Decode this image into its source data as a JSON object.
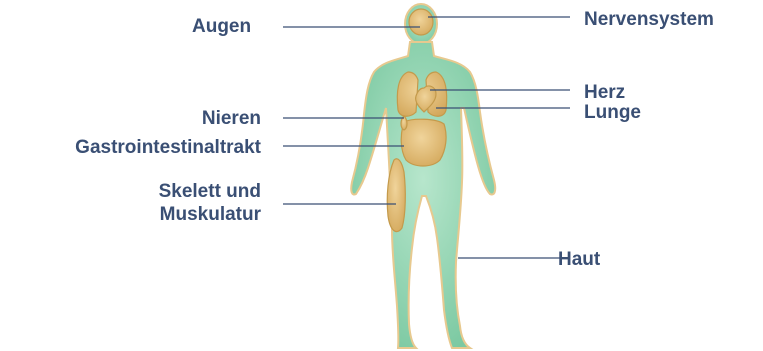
{
  "colors": {
    "text": "#3a4f74",
    "leader": "#3a4f74",
    "body_fill": "#8fd4b2",
    "body_stroke": "#5db58a",
    "organ_fill": "#e2bf78",
    "organ_stroke": "#c49a4b"
  },
  "labels": {
    "augen": "Augen",
    "nieren": "Nieren",
    "gastro": "Gastrointestinaltrakt",
    "skelett_line1": "Skelett und",
    "skelett_line2": "Muskulatur",
    "nerven": "Nervensystem",
    "herz": "Herz",
    "lunge": "Lunge",
    "haut": "Haut"
  },
  "icons": {
    "figure": "human-body-icon"
  }
}
